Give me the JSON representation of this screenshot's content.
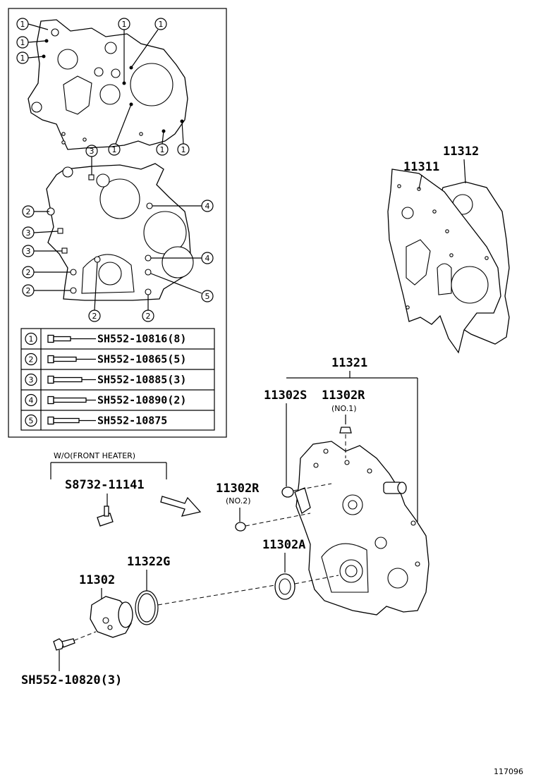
{
  "legend_table": [
    {
      "num": "1",
      "part": "SH552-10816(8)"
    },
    {
      "num": "2",
      "part": "SH552-10865(5)"
    },
    {
      "num": "3",
      "part": "SH552-10885(3)"
    },
    {
      "num": "4",
      "part": "SH552-10890(2)"
    },
    {
      "num": "5",
      "part": "SH552-10875"
    }
  ],
  "callouts": {
    "c1": "1",
    "c2": "2",
    "c3": "3",
    "c4": "4",
    "c5": "5"
  },
  "labels": {
    "p11311": "11311",
    "p11312": "11312",
    "p11321": "11321",
    "p11302s": "11302S",
    "p11302r_no1": "11302R",
    "no1": "(NO.1)",
    "p11302r_no2": "11302R",
    "no2": "(NO.2)",
    "p11302a": "11302A",
    "p11322g": "11322G",
    "p11302": "11302",
    "wo_front_heater": "W/O(FRONT HEATER)",
    "s8732": "S8732-11141",
    "sh552_10820": "SH552-10820(3)",
    "diagram_code": "117096"
  }
}
